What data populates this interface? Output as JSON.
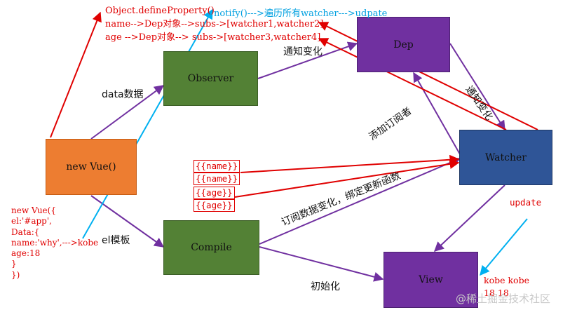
{
  "nodes": {
    "new_vue": "new Vue()",
    "observer": "Observer",
    "compile": "Compile",
    "dep": "Dep",
    "watcher": "Watcher",
    "view": "View"
  },
  "edge_labels": {
    "data": "data数据",
    "el": "el模板",
    "notify_change": "通知变化",
    "notify_change_2": "通知变化",
    "add_subscriber": "添加订阅者",
    "subscribe_bind": "订阅数据变化，绑定更新函数",
    "init": "初始化",
    "update": "update"
  },
  "annotations": {
    "define_property": "Object.defineProperty()",
    "notify_flow": "notify()--->遍历所有watcher--->udpate",
    "name_subs": "name-->Dep对象-->subs->[watcher1,watcher2]",
    "age_subs": "age -->Dep对象--> subs->[watcher3,watcher4]",
    "view_values": "kobe  kobe",
    "view_numbers": "18 18"
  },
  "templates": [
    "{{name}}",
    "{{name}}",
    "{{age}}",
    "{{age}}"
  ],
  "code_lines": [
    "new Vue({",
    "el:'#app',",
    "Data:{",
    "name:'why',--->kobe",
    "age:18",
    "}",
    "})"
  ],
  "watermark": "@稀土掘金技术社区",
  "colors": {
    "orange": "#ed7d31",
    "green": "#538135",
    "purple": "#7030a0",
    "blue": "#2f5597",
    "red": "#e00000",
    "cyan": "#00a0e0",
    "arrow_purple": "#7030a0"
  }
}
